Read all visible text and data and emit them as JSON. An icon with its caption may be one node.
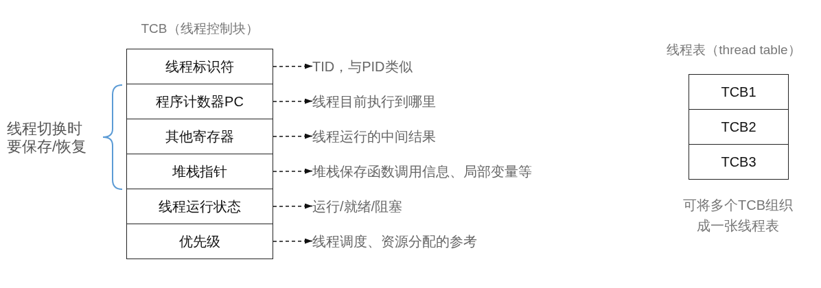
{
  "diagram": {
    "nodes": [
      {
        "text": [
          "TCB（线程控制块）"
        ]
      },
      {
        "text": [
          "线程标识符"
        ],
        "in": 0
      },
      {
        "text": [
          "TID，与PID类似"
        ]
      },
      {
        "text": [
          "程序计数器PC"
        ],
        "in": 0
      },
      {
        "text": [
          "线程目前执行到哪里"
        ]
      },
      {
        "text": [
          "其他寄存器"
        ],
        "in": 0
      },
      {
        "text": [
          "线程运行的中间结果"
        ]
      },
      {
        "text": [
          "堆栈指针"
        ],
        "in": 0
      },
      {
        "text": [
          "堆栈保存函数调用信息、局部变量等"
        ]
      },
      {
        "text": [
          "线程运行状态"
        ],
        "in": 0
      },
      {
        "text": [
          "运行/就绪/阻塞"
        ]
      },
      {
        "text": [
          "优先级"
        ],
        "in": 0
      },
      {
        "text": [
          "线程调度、资源分配的参考"
        ]
      },
      {
        "text": [
          "线程表（thread table）"
        ]
      },
      {
        "text": [
          "TCB1"
        ],
        "in": 13
      },
      {
        "text": [
          "TCB2"
        ],
        "in": 13
      },
      {
        "text": [
          "TCB3"
        ],
        "in": 13
      }
    ],
    "edges": [
      {
        "from": 1,
        "to": 2,
        "arrow": "to",
        "style": "dashed"
      },
      {
        "from": 3,
        "to": 4,
        "arrow": "to",
        "style": "dashed"
      },
      {
        "from": 5,
        "to": 6,
        "arrow": "to",
        "style": "dashed"
      },
      {
        "from": 7,
        "to": 8,
        "arrow": "to",
        "style": "dashed"
      },
      {
        "from": 9,
        "to": 10,
        "arrow": "to",
        "style": "dashed"
      },
      {
        "from": 11,
        "to": 12,
        "arrow": "to",
        "style": "dashed"
      }
    ],
    "labels": [
      "线程切换时要保存/恢复",
      "可将多个TCB组织成一张线程表"
    ]
  }
}
